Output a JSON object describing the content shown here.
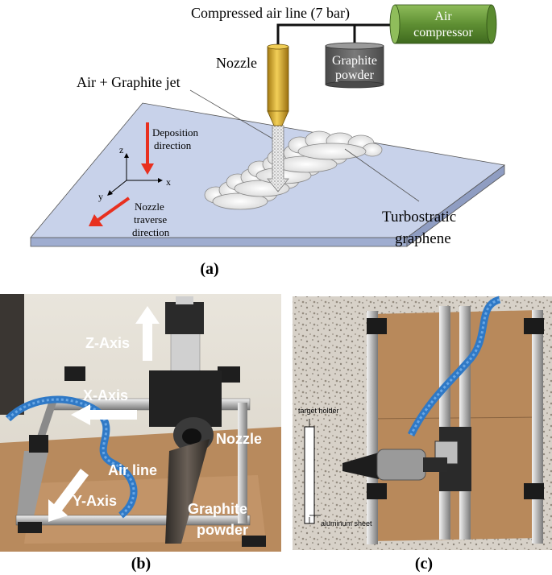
{
  "panel_a": {
    "air_line_label": "Compressed air line (7 bar)",
    "compressor_label_1": "Air",
    "compressor_label_2": "compressor",
    "nozzle_label": "Nozzle",
    "graphite_label_1": "Graphite",
    "graphite_label_2": "powder",
    "jet_label": "Air + Graphite jet",
    "deposition_label_1": "Deposition",
    "deposition_label_2": "direction",
    "traverse_label_1": "Nozzle",
    "traverse_label_2": "traverse",
    "traverse_label_3": "direction",
    "graphene_label_1": "Turbostratic",
    "graphene_label_2": "graphene",
    "axis_z": "z",
    "axis_x": "x",
    "axis_y": "y",
    "caption": "(a)"
  },
  "panel_b": {
    "z_axis": "Z-Axis",
    "x_axis": "X-Axis",
    "y_axis": "Y-Axis",
    "nozzle": "Nozzle",
    "air_line": "Air line",
    "graphite_1": "Graphite",
    "graphite_2": "powder",
    "caption": "(b)"
  },
  "panel_c": {
    "target_holder": "target holder",
    "aluminum_sheet": "aluminum sheet",
    "caption": "(c)"
  },
  "colors": {
    "plate": "#c4cfe8",
    "plate_side": "#9fadd0",
    "arrow_red": "#e8301f",
    "compressor": "#6b9a3c",
    "nozzle": "#d9a921",
    "powder": "#666666"
  }
}
